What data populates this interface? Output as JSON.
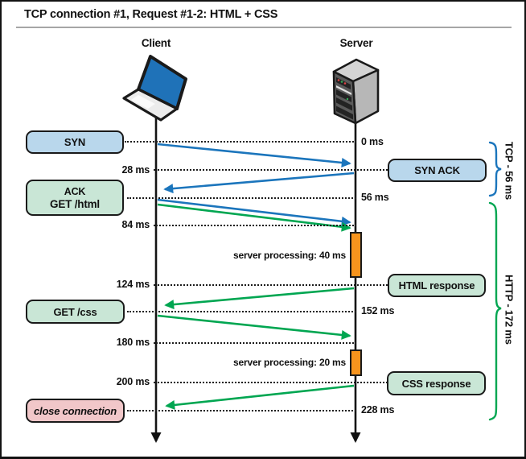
{
  "title": "TCP connection #1, Request #1-2: HTML + CSS",
  "columns": {
    "client": "Client",
    "server": "Server"
  },
  "timeline": {
    "markers": [
      {
        "label": "0 ms",
        "side": "right"
      },
      {
        "label": "28 ms",
        "side": "left"
      },
      {
        "label": "56 ms",
        "side": "right"
      },
      {
        "label": "84 ms",
        "side": "left"
      },
      {
        "label": "124 ms",
        "side": "left"
      },
      {
        "label": "152 ms",
        "side": "right"
      },
      {
        "label": "180 ms",
        "side": "left"
      },
      {
        "label": "200 ms",
        "side": "left"
      },
      {
        "label": "228 ms",
        "side": "right"
      }
    ]
  },
  "boxes": {
    "syn": "SYN",
    "syn_ack": "SYN ACK",
    "ack_get": {
      "line1": "ACK",
      "line2": "GET /html"
    },
    "html_response": "HTML response",
    "get_css": "GET /css",
    "css_response": "CSS response",
    "close_connection": "close connection"
  },
  "processing": {
    "first": "server processing: 40 ms",
    "second": "server processing: 20 ms"
  },
  "braces": {
    "tcp": "TCP - 56 ms",
    "http": "HTTP - 172 ms"
  },
  "colors": {
    "tcp_blue": "#1b75bc",
    "http_green": "#00a651",
    "box_blue": "#b9d7ec",
    "box_green": "#c9e6d6",
    "box_pink": "#f1c7c9",
    "processing_orange": "#f7941d",
    "laptop_screen_blue": "#1f72b8"
  }
}
